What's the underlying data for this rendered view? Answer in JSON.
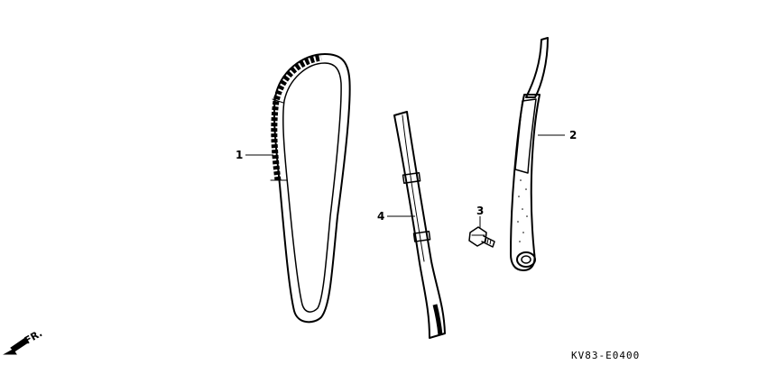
{
  "callouts": [
    {
      "id": "1",
      "label": "1"
    },
    {
      "id": "2",
      "label": "2"
    },
    {
      "id": "3",
      "label": "3"
    },
    {
      "id": "4",
      "label": "4"
    }
  ],
  "direction_indicator": {
    "label": "FR.",
    "icon": "arrow-down-left-icon"
  },
  "diagram_code": "KV83-E0400"
}
